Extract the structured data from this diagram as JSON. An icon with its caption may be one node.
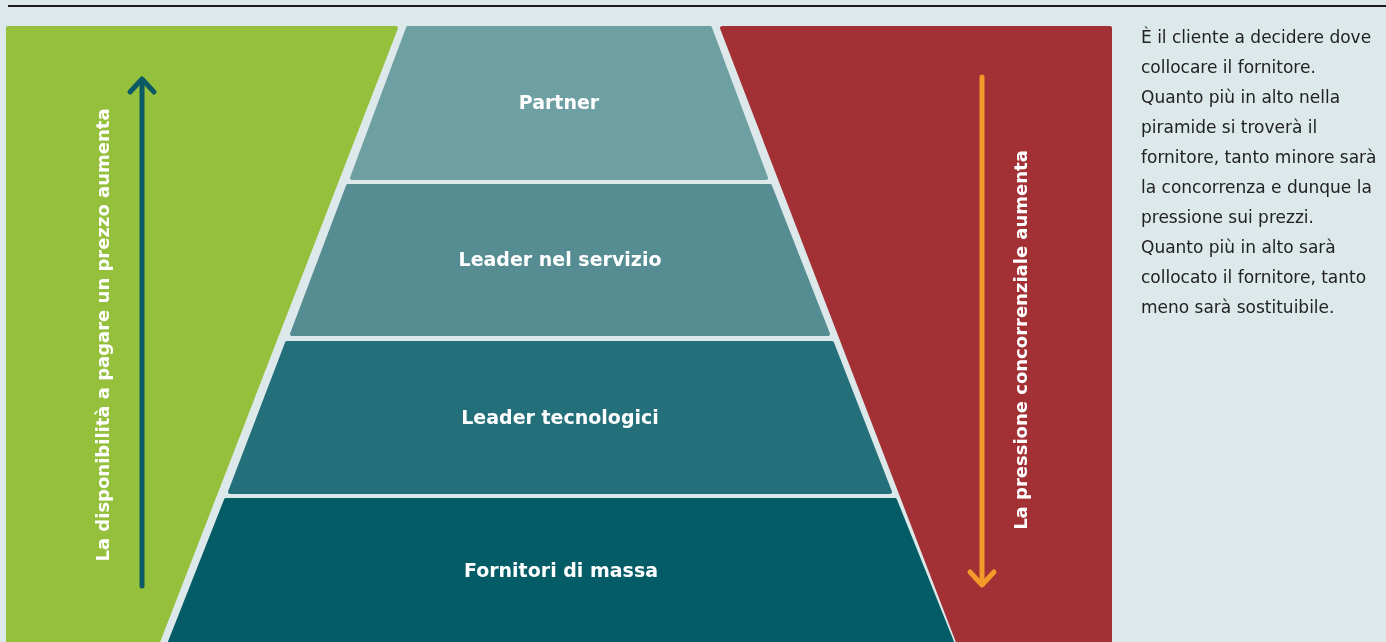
{
  "diagram": {
    "nodes": [
      {
        "text": [
          "La disponibilità a pagare un prezzo aumenta"
        ]
      },
      {
        "text": [
          "Partner"
        ]
      },
      {
        "text": [
          "Leader nel servizio"
        ]
      },
      {
        "text": [
          "Leader tecnologici"
        ]
      },
      {
        "text": [
          "Fornitori di massa"
        ]
      },
      {
        "text": [
          "La pressione concorrenziale aumenta"
        ]
      }
    ],
    "labels": [
      "È il cliente a decidere dove collocare il fornitore. Quanto più in alto nella piramide si troverà il fornitore, tanto minore sarà la concorrenza e dunque la pressione sui prezzi. Quanto più in alto sarà collocato il fornitore, tanto meno sarà sostituibile."
    ]
  }
}
